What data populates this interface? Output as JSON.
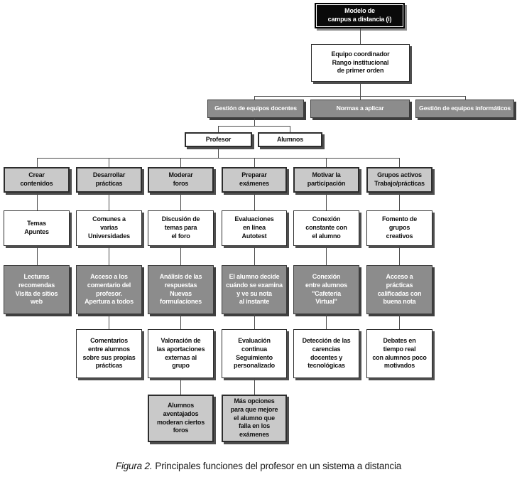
{
  "diagram": {
    "root": {
      "text": "Modelo de\ncampus a distancia (i)"
    },
    "coordinator": {
      "text": "Equipo coordinador\nRango institucional\nde primer orden"
    },
    "level2": [
      {
        "text": "Gestión de equipos docentes"
      },
      {
        "text": "Normas a aplicar"
      },
      {
        "text": "Gestión de equipos informáticos"
      }
    ],
    "actors": [
      {
        "text": "Profesor"
      },
      {
        "text": "Alumnos"
      }
    ],
    "columns": [
      {
        "cells": [
          {
            "text": "Crear\ncontenidos"
          },
          {
            "text": "Temas\nApuntes"
          },
          {
            "text": "Lecturas\nrecomendas\nVisita de sitios\nweb"
          }
        ]
      },
      {
        "cells": [
          {
            "text": "Desarrollar\nprácticas"
          },
          {
            "text": "Comunes a\nvarias\nUniversidades"
          },
          {
            "text": "Acceso a los\ncomentario del\nprofesor.\nApertura a todos"
          },
          {
            "text": "Comentarios\nentre alumnos\nsobre sus propias\nprácticas"
          }
        ]
      },
      {
        "cells": [
          {
            "text": "Moderar\nforos"
          },
          {
            "text": "Discusión de\ntemas para\nel foro"
          },
          {
            "text": "Análisis de las\nrespuestas\nNuevas\nformulaciones"
          },
          {
            "text": "Valoración de\nlas aportaciones\nexternas al\ngrupo"
          },
          {
            "text": "Alumnos\naventajados\nmoderan ciertos\nforos"
          }
        ]
      },
      {
        "cells": [
          {
            "text": "Preparar\nexámenes"
          },
          {
            "text": "Evaluaciones\nen línea\nAutotest"
          },
          {
            "text": "El alumno decide\ncuándo se examina\ny ve su nota\nal instante"
          },
          {
            "text": "Evaluación\ncontinua\nSeguimiento\npersonalizado"
          },
          {
            "text": "Más opciones\npara que mejore\nel alumno que\nfalla en los exámenes"
          }
        ]
      },
      {
        "cells": [
          {
            "text": "Motivar la\nparticipación"
          },
          {
            "text": "Conexión\nconstante con\nel alumno"
          },
          {
            "text": "Conexión\nentre alumnos\n\"Cafetería\nVirtual\""
          },
          {
            "text": "Detección de las\ncarencias\ndocentes y\ntecnológicas"
          }
        ]
      },
      {
        "cells": [
          {
            "text": "Grupos activos\nTrabajo/prácticas"
          },
          {
            "text": "Fomento de\ngrupos\ncreativos"
          },
          {
            "text": "Acceso a\nprácticas\ncalificadas con\nbuena nota"
          },
          {
            "text": "Debates en\ntiempo real\ncon alumnos poco\nmotivados"
          }
        ]
      }
    ]
  },
  "caption": {
    "label": "Figura 2.",
    "text": "Principales funciones  del profesor en un sistema a distancia"
  },
  "colors": {
    "box_black": "#0a0a0a",
    "box_medium_gray": "#8c8c8c",
    "box_light_gray": "#c9c9c9",
    "box_white": "#ffffff",
    "connector_line": "#4a4a4a"
  }
}
